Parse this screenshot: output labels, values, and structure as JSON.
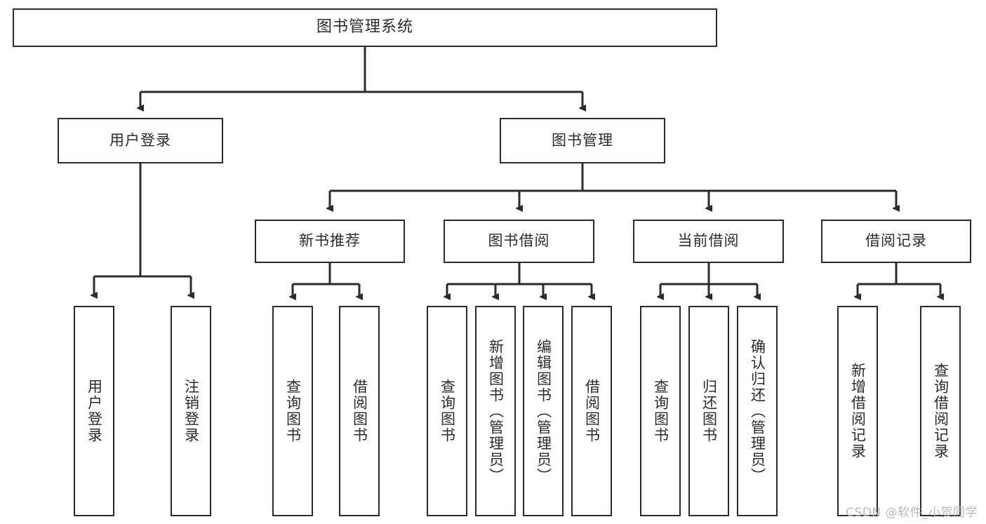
{
  "diagram": {
    "type": "tree",
    "title": "图书管理系统",
    "watermark": "CSDN @软件_小贺同学",
    "colors": {
      "box_border": "#2b2b2b",
      "box_fill": "#ffffff",
      "connector": "#2b2b2b",
      "text": "#2b2b2b",
      "watermark": "#b9b9b9",
      "background": "#ffffff"
    },
    "nodes": {
      "root": {
        "label": "图书管理系统"
      },
      "level2": [
        {
          "label": "用户登录"
        },
        {
          "label": "图书管理"
        }
      ],
      "level3": [
        {
          "label": "新书推荐"
        },
        {
          "label": "图书借阅"
        },
        {
          "label": "当前借阅"
        },
        {
          "label": "借阅记录"
        }
      ],
      "leaves": [
        {
          "label": "用户登录"
        },
        {
          "label": "注销登录"
        },
        {
          "label": "查询图书"
        },
        {
          "label": "借阅图书"
        },
        {
          "label": "查询图书"
        },
        {
          "label": "新增图书（管理员）"
        },
        {
          "label": "编辑图书（管理员）"
        },
        {
          "label": "借阅图书"
        },
        {
          "label": "查询图书"
        },
        {
          "label": "归还图书"
        },
        {
          "label": "确认归还（管理员）"
        },
        {
          "label": "新增借阅记录"
        },
        {
          "label": "查询借阅记录"
        }
      ]
    },
    "edges": [
      {
        "from": "图书管理系统",
        "to": "用户登录"
      },
      {
        "from": "图书管理系统",
        "to": "图书管理"
      },
      {
        "from": "用户登录",
        "to": "用户登录"
      },
      {
        "from": "用户登录",
        "to": "注销登录"
      },
      {
        "from": "图书管理",
        "to": "新书推荐"
      },
      {
        "from": "图书管理",
        "to": "图书借阅"
      },
      {
        "from": "图书管理",
        "to": "当前借阅"
      },
      {
        "from": "图书管理",
        "to": "借阅记录"
      },
      {
        "from": "新书推荐",
        "to": "查询图书"
      },
      {
        "from": "新书推荐",
        "to": "借阅图书"
      },
      {
        "from": "图书借阅",
        "to": "查询图书"
      },
      {
        "from": "图书借阅",
        "to": "新增图书（管理员）"
      },
      {
        "from": "图书借阅",
        "to": "编辑图书（管理员）"
      },
      {
        "from": "图书借阅",
        "to": "借阅图书"
      },
      {
        "from": "当前借阅",
        "to": "查询图书"
      },
      {
        "from": "当前借阅",
        "to": "归还图书"
      },
      {
        "from": "当前借阅",
        "to": "确认归还（管理员）"
      },
      {
        "from": "借阅记录",
        "to": "新增借阅记录"
      },
      {
        "from": "借阅记录",
        "to": "查询借阅记录"
      }
    ]
  }
}
